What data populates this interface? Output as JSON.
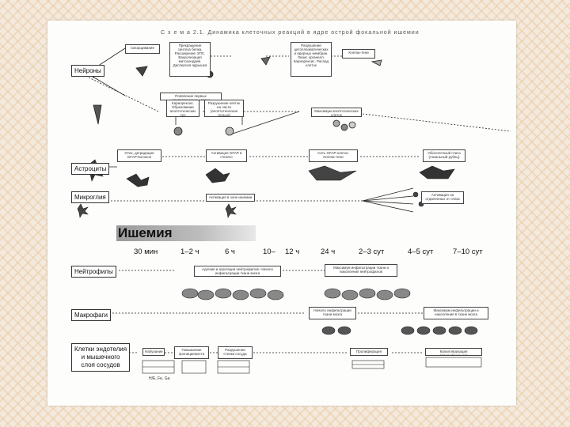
{
  "title": "С х е м а 2.1. Динамика клеточных реакций в ядре острой фокальной ишемии",
  "rows": {
    "neurons": "Нейроны",
    "astrocytes": "Астроциты",
    "microglia": "Микроглия",
    "neutrophils": "Нейтрофилы",
    "macrophages": "Макрофаги",
    "endothelium_l1": "Клетки эндотелия",
    "endothelium_l2": "и мышечного",
    "endothelium_l3": "слоя сосудов"
  },
  "boxes": {
    "n_swelling": "Сморщивание",
    "n_stop": "Прекращение синтеза белка. Расширение ЭПС. Вакуолизация митохондрий. Дисперсия ядрышка",
    "n_destruct": "Разрушение цитоплазматических и ядерных мембран. Лизис органелл. Кариорексис. Распад клеток",
    "n_ghost": "Клетки-тени",
    "n_apopt": "Появление первых апоптотических клеток",
    "n_karyo": "Кариорексис. Образование апоптотических тел",
    "n_residual": "Разрушение клеток на части (апоптотические тельца)",
    "n_max_apopt": "Максимум апоптотических клеток",
    "a_gfap": "Отек, деградация GFAP-волокон",
    "a_activ": "Активация GFAP в «тенях»",
    "a_net": "Сеть GFAP-клеток. Клетки-тени",
    "a_scar": "Оболочечный глиоз (глиальный рубец)",
    "m_activ": "Активация в зоне ишемии",
    "m_activ2": "Активация на отдаленных от очага",
    "neu_adh": "Адгезия и агрегация нейтрофилов. Начало инфильтрации ткани мозга",
    "neu_max": "Максимум инфильтрации ткани и накопления нейтрофилов",
    "mac_start": "Начало инфильтрации ткани мозга",
    "mac_max": "Максимум инфильтрации и накопления в ткани мозга",
    "e_swelling": "Набухание",
    "e_perm": "Повышение проницаемости",
    "e_damage": "Разрушение стенки сосуда",
    "e_prolif": "Пролиферация",
    "e_capillary": "Капилляризация (пролиферация)"
  },
  "ischemia_label": "Ишемия",
  "timeline": [
    "30 мин",
    "1–2 ч",
    "6 ч",
    "10–",
    "12 ч",
    "24 ч",
    "2–3 сут",
    "4–5 сут",
    "7–10 сут"
  ],
  "stain_note": "H/E, Fe, Ga"
}
